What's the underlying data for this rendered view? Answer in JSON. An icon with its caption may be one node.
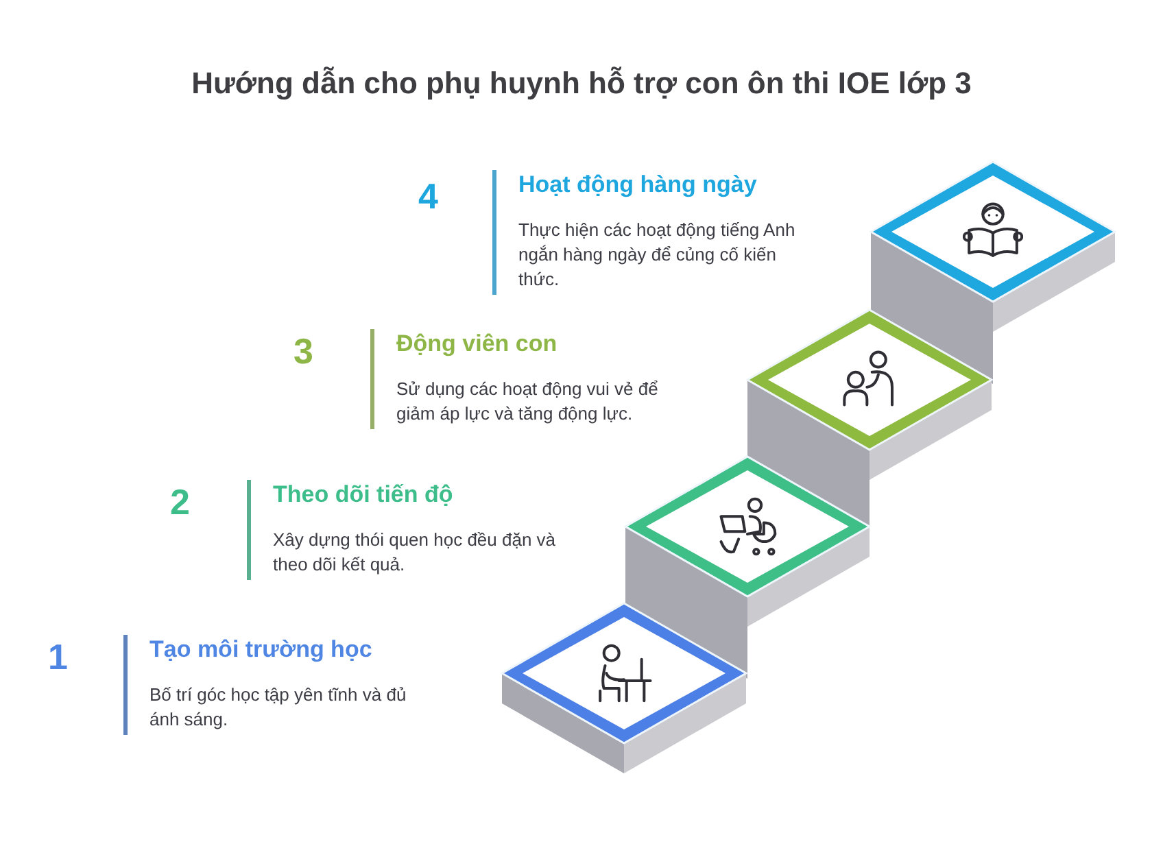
{
  "diagram": {
    "title": "Hướng dẫn cho phụ huynh hỗ trợ con ôn thi IOE lớp 3",
    "nodes": [
      {
        "text": [
          "Hoạt động hàng ngày",
          "Thực hiện các hoạt động tiếng Anh ngắn hàng ngày để củng cố kiến thức."
        ],
        "beside": [
          "4"
        ]
      },
      {
        "text": [
          "Động viên con",
          "Sử dụng các hoạt động vui vẻ để giảm áp lực và tăng động lực."
        ],
        "beside": [
          "3"
        ]
      },
      {
        "text": [
          "Theo dõi tiến độ",
          "Xây dựng thói quen học đều đặn và theo dõi kết quả."
        ],
        "beside": [
          "2"
        ]
      },
      {
        "text": [
          "Tạo môi trường học",
          "Bố trí góc học tập yên tĩnh và đủ ánh sáng."
        ],
        "beside": [
          "1"
        ]
      }
    ]
  }
}
